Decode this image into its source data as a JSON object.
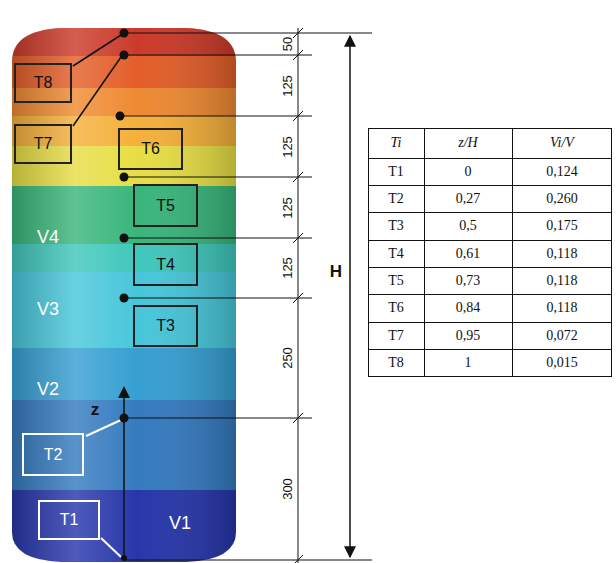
{
  "diagram": {
    "nodes": [
      {
        "text": [
          "T8"
        ]
      },
      {
        "text": [
          "T7"
        ]
      },
      {
        "text": [
          "T6"
        ]
      },
      {
        "text": [
          "T5"
        ]
      },
      {
        "text": [
          "T4"
        ]
      },
      {
        "text": [
          "T3"
        ]
      },
      {
        "text": [
          "T2"
        ]
      },
      {
        "text": [
          "T1"
        ]
      }
    ],
    "labels": [
      "V4",
      "V3",
      "V2",
      "V1",
      "z",
      "H",
      "50",
      "125",
      "125",
      "125",
      "125",
      "250",
      "300",
      "Ti",
      "z/H",
      "Vi/V",
      "T1",
      "0",
      "0,124",
      "T2",
      "0,27",
      "0,260",
      "T3",
      "0,5",
      "0,175",
      "T4",
      "0,61",
      "0,118",
      "T5",
      "0,73",
      "0,118",
      "T6",
      "0,84",
      "0,118",
      "T7",
      "0,95",
      "0,072",
      "T8",
      "1",
      "0,015"
    ]
  }
}
